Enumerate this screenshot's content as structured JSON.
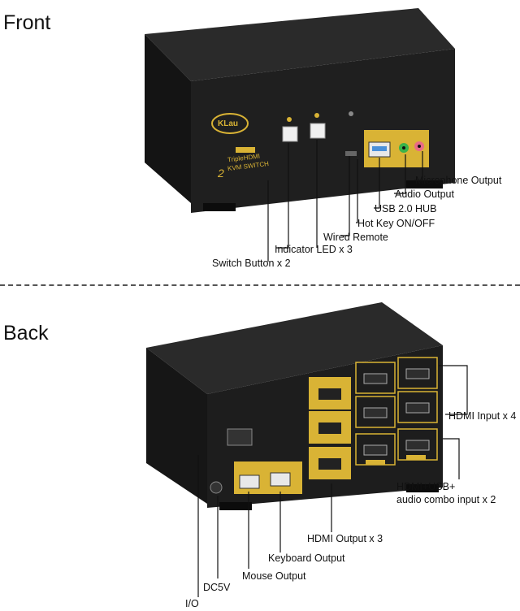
{
  "sections": {
    "front": "Front",
    "back": "Back"
  },
  "front": {
    "brand": "KLau",
    "product_line1": "TripleHDMI",
    "product_line2": "KVM SWITCH",
    "model_badge": "2",
    "labels": {
      "microphone": "Microphone Output",
      "audio": "Audio Output",
      "usb_hub": "USB 2.0 HUB",
      "hotkey": "Hot Key ON/OFF",
      "remote": "Wired Remote",
      "led": "Indicator LED x 3",
      "switch": "Switch Button x 2"
    }
  },
  "back": {
    "labels": {
      "hdmi_input": "HDMI Input x 4",
      "combo_line1": "HDMI+USB+",
      "combo_line2": "audio combo input x 2",
      "hdmi_output": "HDMI Output x 3",
      "keyboard": "Keyboard Output",
      "mouse": "Mouse Output",
      "dc5v": "DC5V",
      "io": "I/O"
    }
  },
  "colors": {
    "device": "#1b1b1b",
    "gold": "#d9b335",
    "port_blue": "#4a90d9",
    "audio_green": "#3bb34a",
    "mic_pink": "#e96b86"
  }
}
